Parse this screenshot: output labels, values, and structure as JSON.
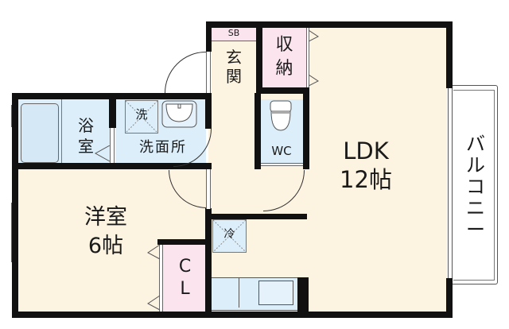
{
  "floorplan": {
    "layout": "1LDK",
    "colors": {
      "wall": "#111111",
      "living_area": "#fdf3e1",
      "wet_area": "#dbeefa",
      "storage": "#fbe4ee",
      "background": "#ffffff"
    },
    "rooms": {
      "ldk": {
        "name": "LDK",
        "size": "12帖"
      },
      "western": {
        "name": "洋室",
        "size": "6帖"
      },
      "bath": {
        "name": "浴\n室"
      },
      "washroom": {
        "name": "洗面所"
      },
      "washer": {
        "name": "洗"
      },
      "wc": {
        "name": "WC"
      },
      "entrance": {
        "name": "玄\n関"
      },
      "shoebox": {
        "name": "SB"
      },
      "storage": {
        "name": "収\n納"
      },
      "closet": {
        "name": "C\nL"
      },
      "fridge": {
        "name": "冷"
      },
      "balcony": {
        "name": "バ\nル\nコ\nニ\nー"
      }
    }
  }
}
